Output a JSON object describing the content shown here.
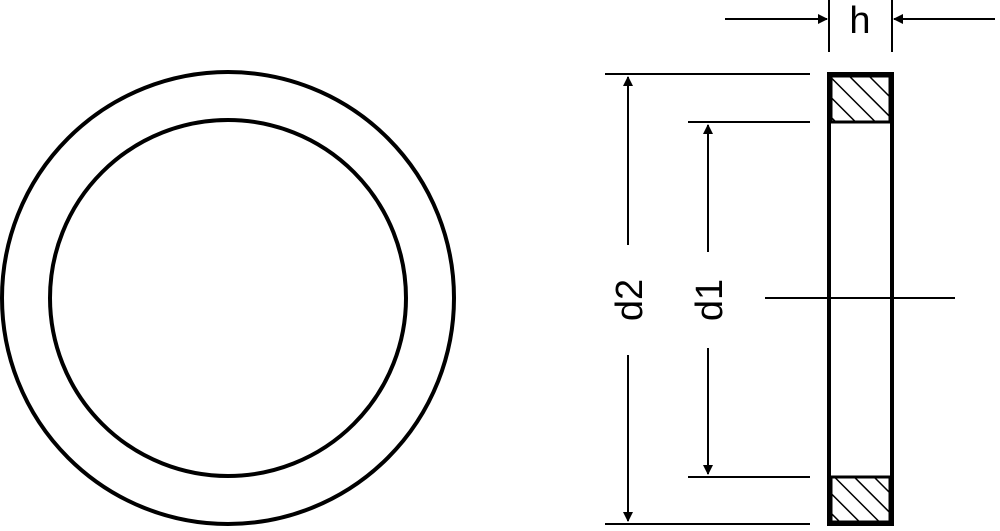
{
  "diagram": {
    "labels": {
      "h": "h",
      "d2": "d2",
      "d1": "d1"
    },
    "line_color": "#000000",
    "background": "#ffffff"
  }
}
